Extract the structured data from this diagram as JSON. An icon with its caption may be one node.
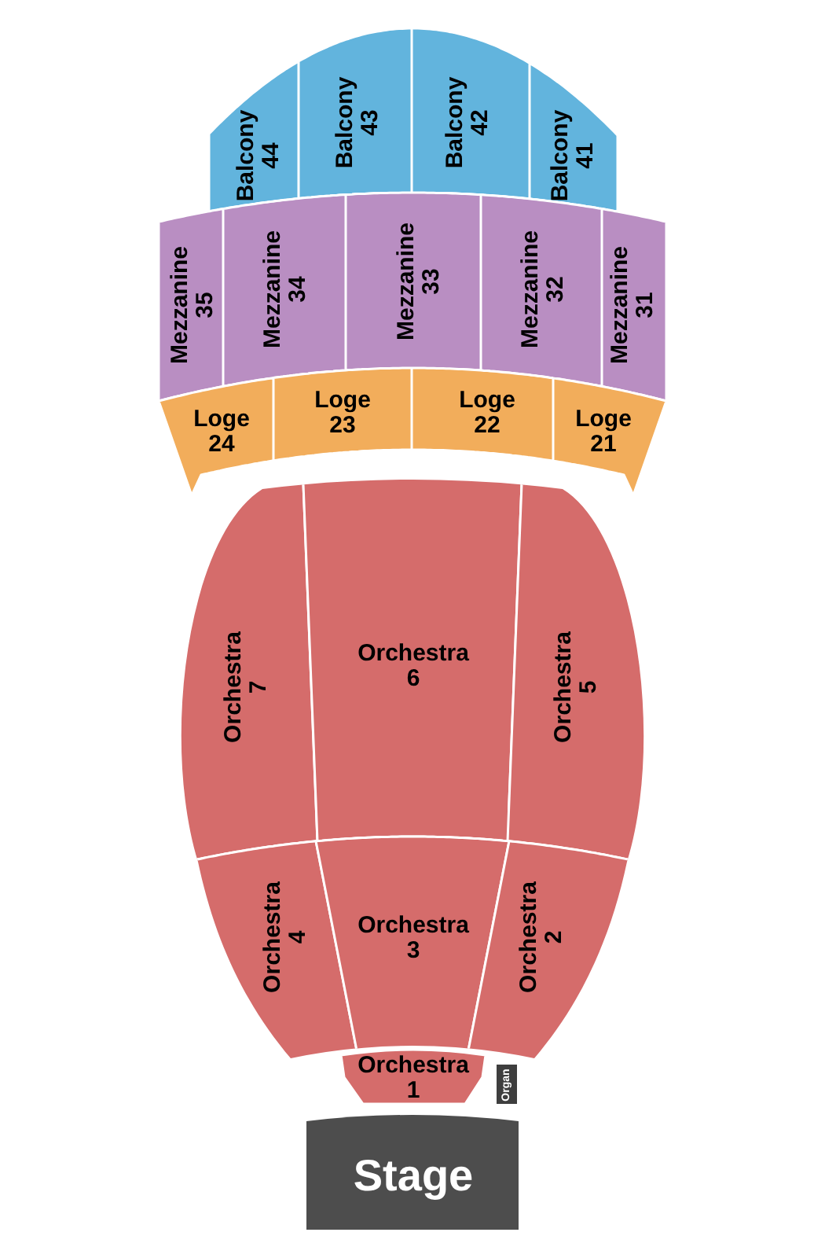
{
  "diagram": {
    "nodes": [
      {
        "text": [
          "Balcony 44"
        ]
      },
      {
        "text": [
          "Balcony 43"
        ]
      },
      {
        "text": [
          "Balcony 42"
        ]
      },
      {
        "text": [
          "Balcony 41"
        ]
      },
      {
        "text": [
          "Mezzanine 35"
        ]
      },
      {
        "text": [
          "Mezzanine 34"
        ]
      },
      {
        "text": [
          "Mezzanine 33"
        ]
      },
      {
        "text": [
          "Mezzanine 32"
        ]
      },
      {
        "text": [
          "Mezzanine 31"
        ]
      },
      {
        "text": [
          "Loge 24"
        ]
      },
      {
        "text": [
          "Loge 23"
        ]
      },
      {
        "text": [
          "Loge 22"
        ]
      },
      {
        "text": [
          "Loge 21"
        ]
      },
      {
        "text": [
          "Orchestra 7"
        ]
      },
      {
        "text": [
          "Orchestra 6"
        ]
      },
      {
        "text": [
          "Orchestra 5"
        ]
      },
      {
        "text": [
          "Orchestra 4"
        ]
      },
      {
        "text": [
          "Orchestra 3"
        ]
      },
      {
        "text": [
          "Orchestra 2"
        ]
      },
      {
        "text": [
          "Orchestra 1"
        ]
      },
      {
        "text": [
          "Organ"
        ]
      },
      {
        "text": [
          "Stage"
        ]
      }
    ],
    "edges": []
  }
}
